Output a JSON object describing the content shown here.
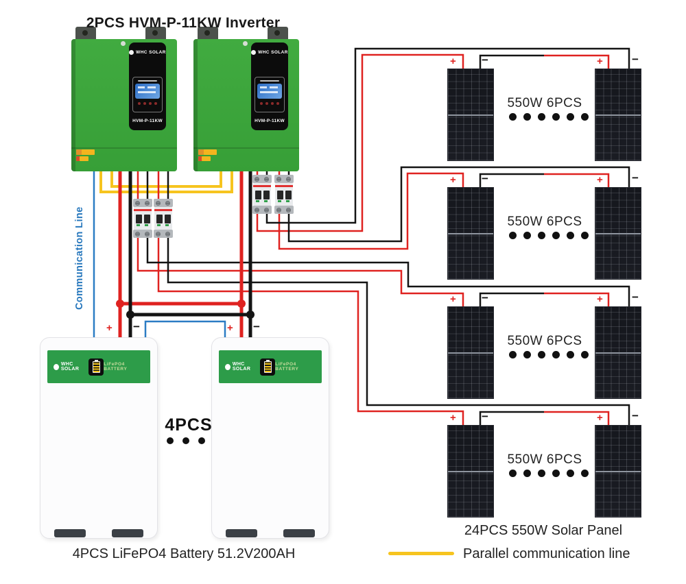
{
  "labels": {
    "plus": "+",
    "minus": "−"
  },
  "title": "2PCS HVM-P-11KW Inverter",
  "inverter": {
    "brand": "WHC SOLAR",
    "model": "HVM-P-11KW"
  },
  "communication_line": "Communication Line",
  "batteries": {
    "count_label": "4PCS",
    "caption": "4PCS LiFePO4 Battery 51.2V200AH",
    "brand": "WHC SOLAR",
    "type_label": "LiFePO4 BATTERY"
  },
  "solar": {
    "rows": [
      {
        "label": "550W 6PCS"
      },
      {
        "label": "550W 6PCS"
      },
      {
        "label": "550W 6PCS"
      },
      {
        "label": "550W 6PCS"
      }
    ],
    "caption": "24PCS 550W Solar Panel"
  },
  "legend": {
    "parallel_line": "Parallel communication line"
  },
  "colors": {
    "wire_red": "#df2220",
    "wire_black": "#141414",
    "wire_yellow": "#f6c41f",
    "wire_blue": "#2b7cc4",
    "inverter_green": "#3aa439",
    "battery_green": "#2d9c49"
  }
}
